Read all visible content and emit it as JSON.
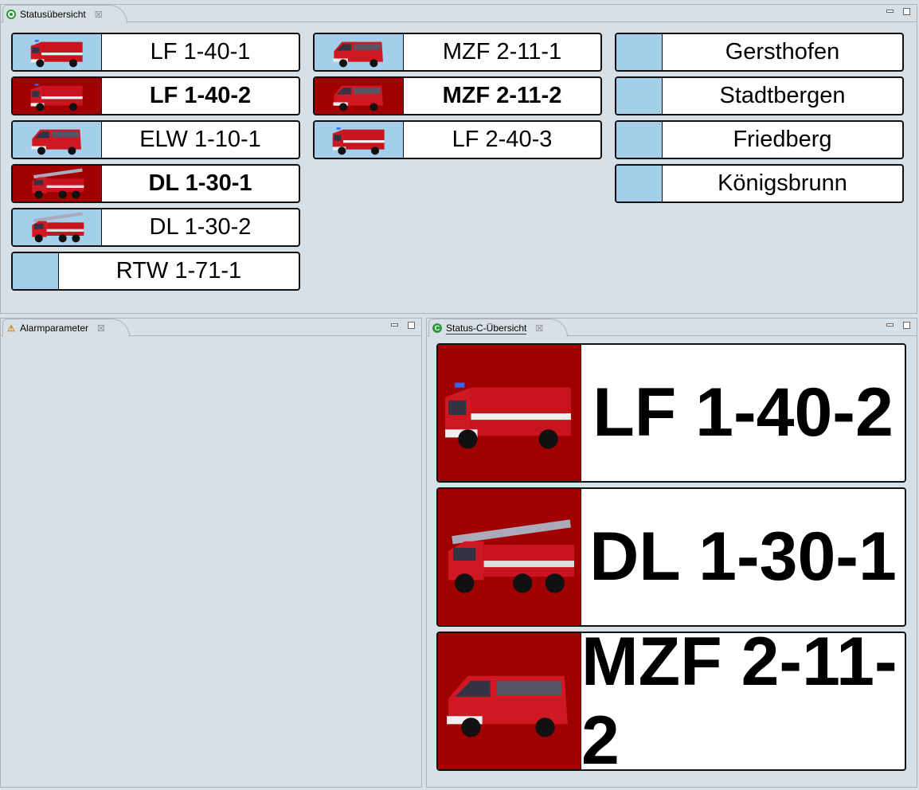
{
  "colors": {
    "available": "#a3cfea",
    "alarm": "#a00000"
  },
  "top_panel": {
    "tab_label": "Statusübersicht",
    "tab_icon": "status-view-icon",
    "columns": [
      [
        {
          "label": "LF 1-40-1",
          "status": "blue",
          "vehicle": "truck"
        },
        {
          "label": "LF 1-40-2",
          "status": "red",
          "vehicle": "truck"
        },
        {
          "label": "ELW 1-10-1",
          "status": "blue",
          "vehicle": "van"
        },
        {
          "label": "DL 1-30-1",
          "status": "red",
          "vehicle": "ladder"
        },
        {
          "label": "DL 1-30-2",
          "status": "blue",
          "vehicle": "ladder"
        },
        {
          "label": "RTW 1-71-1",
          "status": "blue",
          "vehicle": "none"
        }
      ],
      [
        {
          "label": "MZF 2-11-1",
          "status": "blue",
          "vehicle": "van"
        },
        {
          "label": "MZF 2-11-2",
          "status": "red",
          "vehicle": "van"
        },
        {
          "label": "LF 2-40-3",
          "status": "blue",
          "vehicle": "truck"
        }
      ],
      [
        {
          "label": "Gersthofen",
          "status": "blue",
          "vehicle": "none"
        },
        {
          "label": "Stadtbergen",
          "status": "blue",
          "vehicle": "none"
        },
        {
          "label": "Friedberg",
          "status": "blue",
          "vehicle": "none"
        },
        {
          "label": "Königsbrunn",
          "status": "blue",
          "vehicle": "none"
        }
      ]
    ]
  },
  "left_panel": {
    "tab_label": "Alarmparameter",
    "tab_icon": "warning-icon"
  },
  "right_panel": {
    "tab_label": "Status-C-Übersicht",
    "tab_icon": "c-icon",
    "items": [
      {
        "label": "LF 1-40-2",
        "vehicle": "truck"
      },
      {
        "label": "DL 1-30-1",
        "vehicle": "ladder"
      },
      {
        "label": "MZF 2-11-2",
        "vehicle": "van"
      }
    ]
  }
}
